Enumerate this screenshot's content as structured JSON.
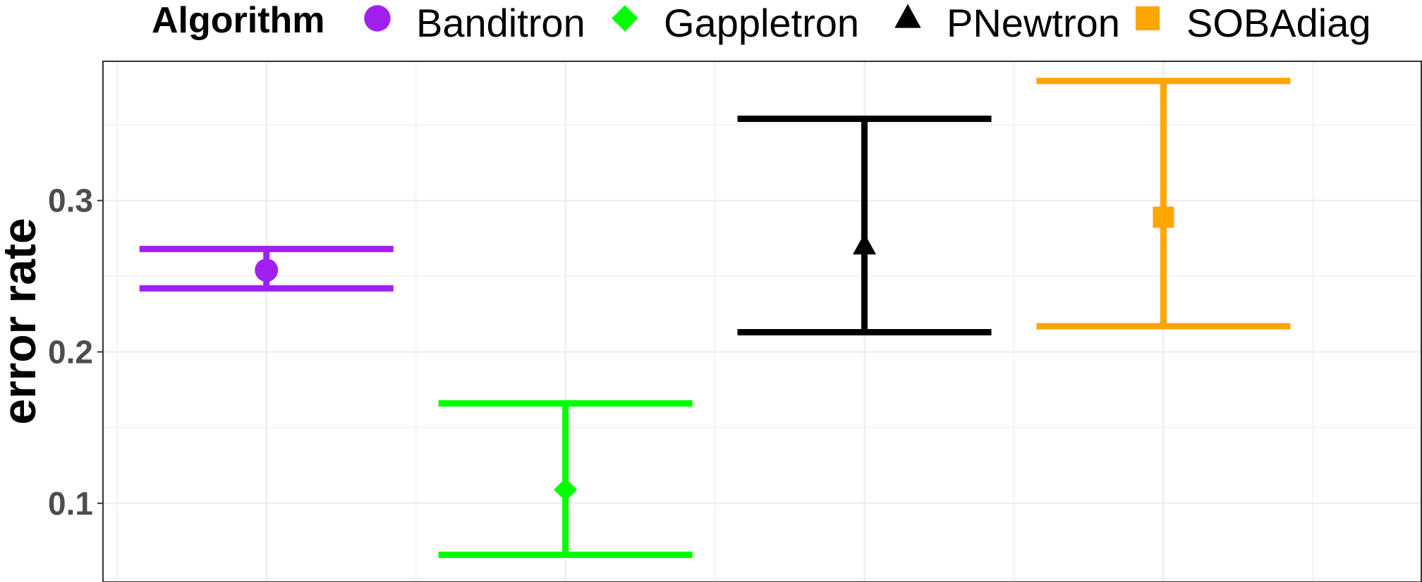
{
  "chart_data": {
    "type": "scatter",
    "title": "",
    "xlabel": "",
    "ylabel": "error rate",
    "ylim": [
      0.048,
      0.392
    ],
    "yticks": [
      0.1,
      0.2,
      0.3
    ],
    "ytick_labels": [
      "0.1",
      "0.2",
      "0.3"
    ],
    "grid": true,
    "legend": {
      "title": "Algorithm",
      "position": "top"
    },
    "series": [
      {
        "name": "Banditron",
        "color": "#a020f0",
        "shape": "circle",
        "mean": 0.254,
        "lower": 0.242,
        "upper": 0.268
      },
      {
        "name": "Gappletron",
        "color": "#00ff00",
        "shape": "diamond",
        "mean": 0.109,
        "lower": 0.066,
        "upper": 0.166
      },
      {
        "name": "PNewtron",
        "color": "#000000",
        "shape": "triangle",
        "mean": 0.27,
        "lower": 0.213,
        "upper": 0.354
      },
      {
        "name": "SOBAdiag",
        "color": "#ffa500",
        "shape": "square",
        "mean": 0.289,
        "lower": 0.217,
        "upper": 0.379
      }
    ]
  }
}
